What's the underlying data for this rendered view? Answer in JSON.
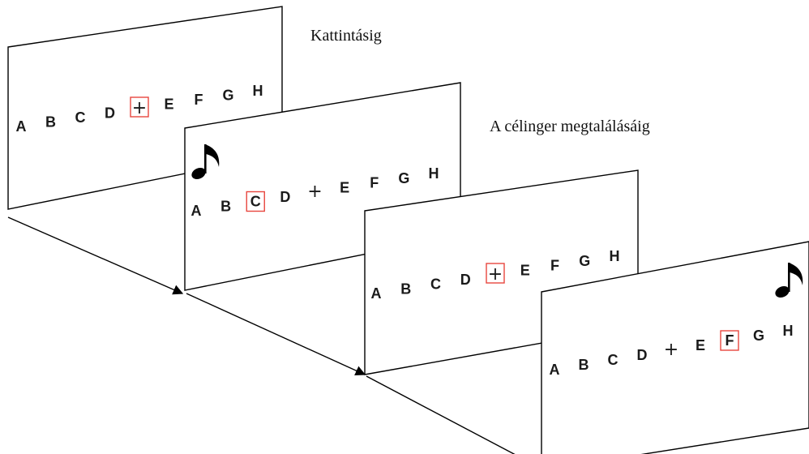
{
  "captions": {
    "top": "Kattintásig",
    "middle": "A célinger megtalálásáig"
  },
  "colors": {
    "highlight": "#e8463f",
    "ink": "#000000"
  },
  "icons": {
    "note": "eighth-note-icon"
  },
  "panels": [
    {
      "items": [
        "A",
        "B",
        "C",
        "D",
        "+",
        "E",
        "F",
        "G",
        "H"
      ],
      "highlight": "+",
      "note": false
    },
    {
      "items": [
        "A",
        "B",
        "C",
        "D",
        "+",
        "E",
        "F",
        "G",
        "H"
      ],
      "highlight": "C",
      "note": true
    },
    {
      "items": [
        "A",
        "B",
        "C",
        "D",
        "+",
        "E",
        "F",
        "G",
        "H"
      ],
      "highlight": "+",
      "note": false
    },
    {
      "items": [
        "A",
        "B",
        "C",
        "D",
        "+",
        "E",
        "F",
        "G",
        "H"
      ],
      "highlight": "F",
      "note": true
    }
  ]
}
